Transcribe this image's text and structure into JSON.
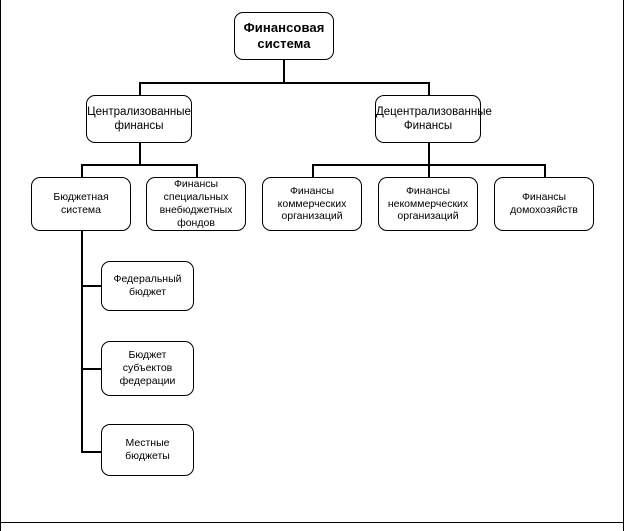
{
  "diagram": {
    "type": "organizational-tree",
    "title": "Финансовая система",
    "orientation": "top-down",
    "node_shape": "rounded-rectangle",
    "line_color": "#000000",
    "box_border_color": "#000000",
    "background_color": "#ffffff",
    "levels": 4
  },
  "nodes": {
    "root": {
      "label": "Финансовая\nсистема",
      "level": 1
    },
    "centralized": {
      "label": "Централизованные\nфинансы",
      "level": 2
    },
    "decentralized": {
      "label": "Децентрализованные\nФинансы",
      "level": 2
    },
    "budget_system": {
      "label": "Бюджетная\nсистема",
      "level": 3
    },
    "special_funds": {
      "label": "Финансы\nспециальных\nвнебюджетных\nфондов",
      "level": 3
    },
    "commercial_org": {
      "label": "Финансы\nкоммерческих\nорганизаций",
      "level": 3
    },
    "noncommercial_org": {
      "label": "Финансы\nнекоммерческих\nорганизаций",
      "level": 3
    },
    "households": {
      "label": "Финансы\nдомохозяйств",
      "level": 3
    },
    "federal_budget": {
      "label": "Федеральный\nбюджет",
      "level": 4
    },
    "regional_budget": {
      "label": "Бюджет\nсубъектов\nфедерации",
      "level": 4
    },
    "local_budget": {
      "label": "Местные\nбюджеты",
      "level": 4
    }
  }
}
